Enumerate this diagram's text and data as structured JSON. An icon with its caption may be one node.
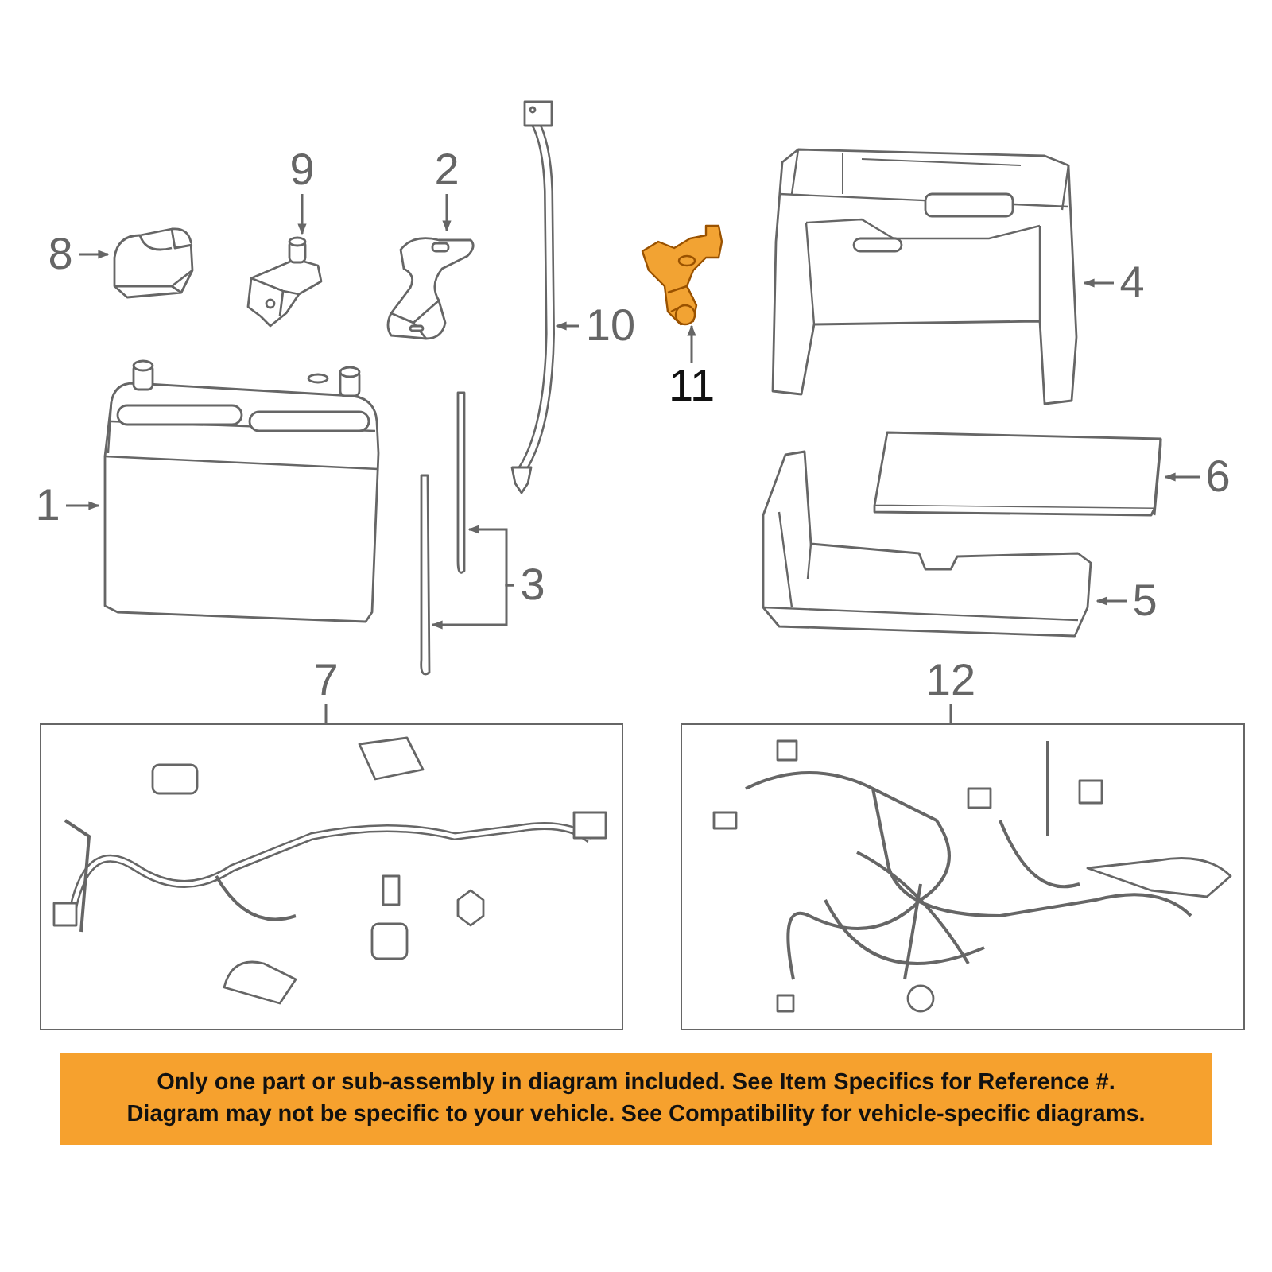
{
  "diagram": {
    "nodes": [
      {
        "text": [
          "8"
        ]
      },
      {
        "text": [],
        "shape": "picture"
      },
      {
        "text": [
          "9"
        ]
      },
      {
        "text": [],
        "shape": "picture"
      },
      {
        "text": [
          "2"
        ]
      },
      {
        "text": [],
        "shape": "picture"
      },
      {
        "text": [
          "10"
        ]
      },
      {
        "text": [],
        "shape": "picture"
      },
      {
        "text": [
          "11"
        ]
      },
      {
        "text": [],
        "shape": "picture"
      },
      {
        "text": [
          "4"
        ]
      },
      {
        "text": [],
        "shape": "picture"
      },
      {
        "text": [
          "1"
        ]
      },
      {
        "text": [],
        "shape": "picture"
      },
      {
        "text": [
          "6"
        ]
      },
      {
        "text": [],
        "shape": "box"
      },
      {
        "text": [
          "3"
        ]
      },
      {
        "text": [],
        "shape": "bar"
      },
      {
        "text": [],
        "shape": "bar"
      },
      {
        "text": [
          "5"
        ]
      },
      {
        "text": [],
        "shape": "picture"
      },
      {
        "text": [
          "7"
        ]
      },
      {
        "text": [],
        "shape": "box"
      },
      {
        "text": [
          "12"
        ]
      },
      {
        "text": [],
        "shape": "box"
      },
      {
        "text": [
          "Only one part or sub-assembly in diagram included. See Item Specifics for Reference #.",
          "Diagram may not be specific to your vehicle. See Compatibility for vehicle-specific diagrams."
        ]
      }
    ],
    "edges": [
      {
        "from": 0,
        "to": 1,
        "arrow": "to"
      },
      {
        "from": 2,
        "to": 3,
        "arrow": "to"
      },
      {
        "from": 4,
        "to": 5,
        "arrow": "to"
      },
      {
        "from": 6,
        "to": 7,
        "arrow": "to"
      },
      {
        "from": 8,
        "to": 9,
        "arrow": "to"
      },
      {
        "from": 10,
        "to": 11,
        "arrow": "to"
      },
      {
        "from": 12,
        "to": 13,
        "arrow": "to"
      },
      {
        "from": 14,
        "to": 15,
        "arrow": "to"
      },
      {
        "from": 16,
        "to": 17,
        "arrow": "to"
      },
      {
        "from": 16,
        "to": 18,
        "arrow": "to"
      },
      {
        "from": 19,
        "to": 20,
        "arrow": "to"
      },
      {
        "from": 21,
        "to": 22,
        "arrow": "none"
      },
      {
        "from": 23,
        "to": 24,
        "arrow": "none"
      }
    ]
  }
}
